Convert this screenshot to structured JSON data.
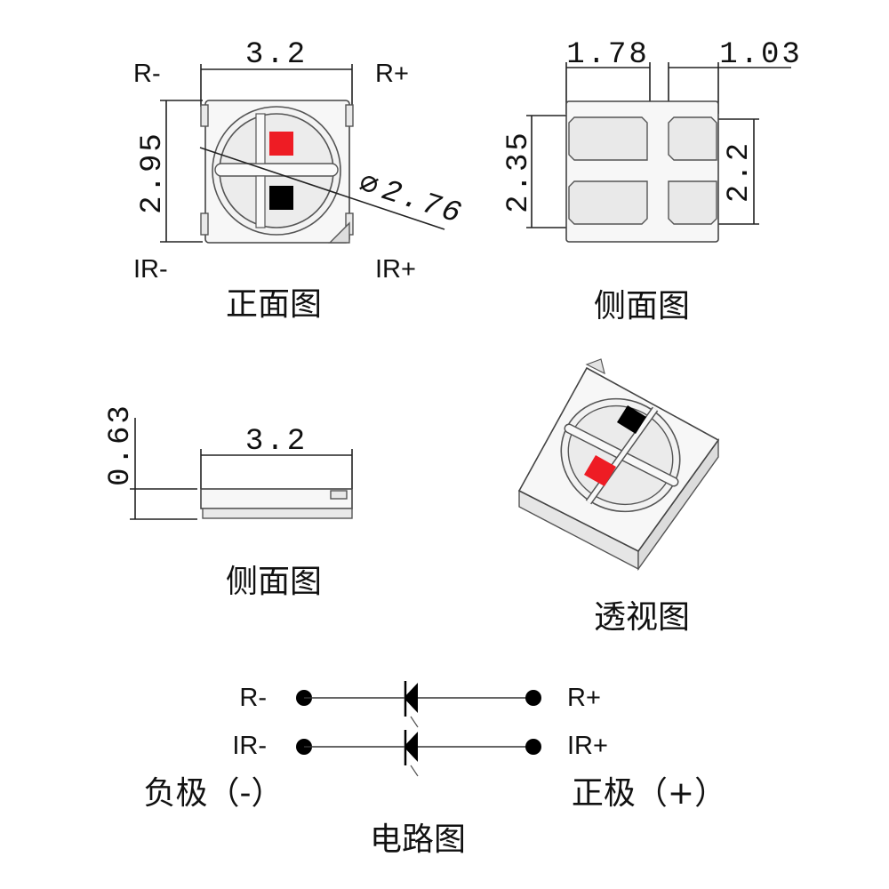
{
  "front_view": {
    "caption": "正面图",
    "pin_top_left": "R-",
    "pin_top_right": "R+",
    "pin_bottom_left": "IR-",
    "pin_bottom_right": "IR+",
    "dim_width": "3.2",
    "dim_height": "2.95",
    "dim_diameter": "2.76",
    "diameter_symbol": "⌀",
    "chip_top_color": "#ee1c24",
    "chip_bottom_color": "#000000"
  },
  "side_view_top": {
    "caption": "侧面图",
    "dim_left_width": "1.78",
    "dim_right_width": "1.03",
    "dim_left_height": "2.35",
    "dim_right_height": "2.2"
  },
  "side_view_bottom": {
    "caption": "侧面图",
    "dim_thickness": "0.63",
    "dim_length": "3.2"
  },
  "perspective_view": {
    "caption": "透视图",
    "chip_top_color": "#000000",
    "chip_bottom_color": "#ee1c24"
  },
  "circuit": {
    "caption": "电路图",
    "row1_left": "R-",
    "row1_right": "R+",
    "row2_left": "IR-",
    "row2_right": "IR+",
    "negative_label": "负极（-）",
    "positive_label": "正极（+）"
  }
}
